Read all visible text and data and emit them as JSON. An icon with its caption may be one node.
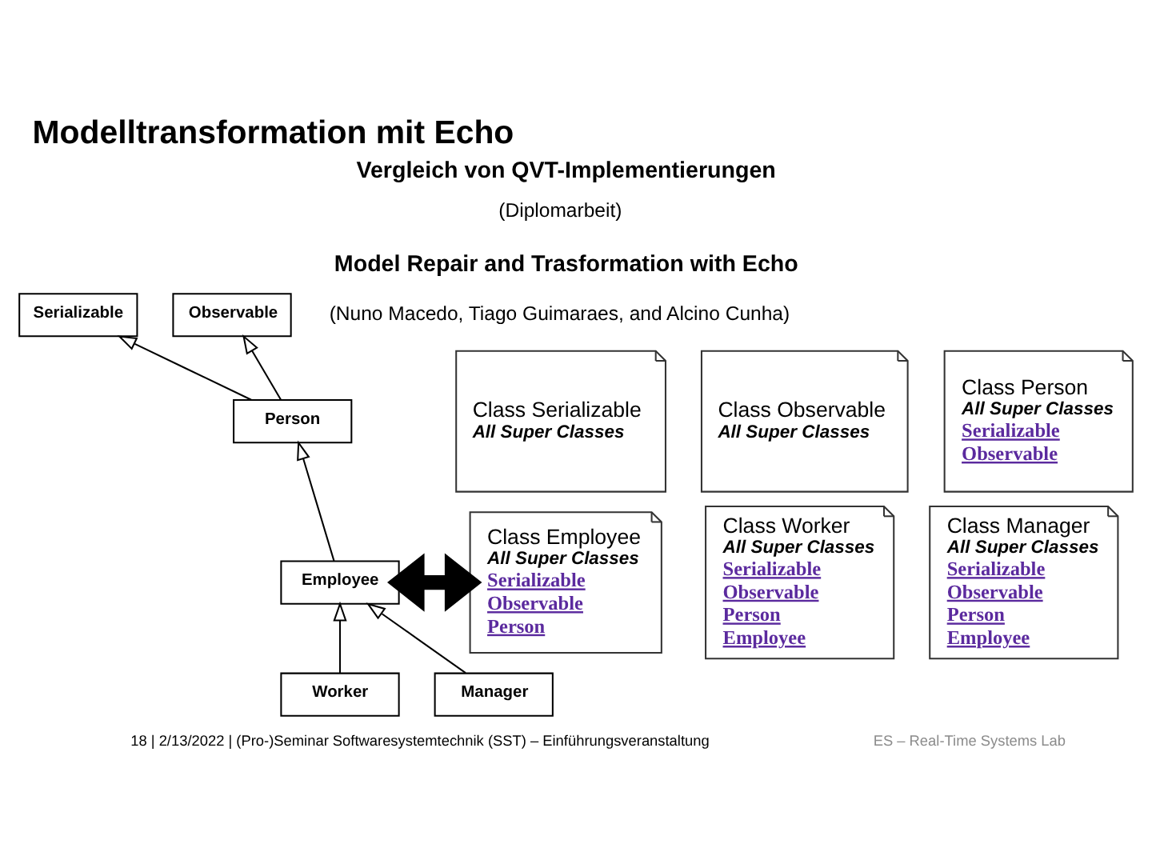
{
  "diagram": {
    "title": "Modelltransformation mit Echo",
    "nodes": [
      {
        "text": [
          "Serializable"
        ]
      },
      {
        "text": [
          "Observable"
        ]
      },
      {
        "text": [
          "Person"
        ]
      },
      {
        "text": [
          "Employee"
        ]
      },
      {
        "text": [
          "Worker"
        ]
      },
      {
        "text": [
          "Manager"
        ]
      },
      {
        "text": [
          "Class Serializable",
          "All Super Classes"
        ]
      },
      {
        "text": [
          "Class Observable",
          "All Super Classes"
        ]
      },
      {
        "text": [
          "Class Person",
          "All Super Classes",
          "Serializable",
          "Observable"
        ]
      },
      {
        "text": [
          "Class Employee",
          "All Super Classes",
          "Serializable",
          "Observable",
          "Person"
        ]
      },
      {
        "text": [
          "Class Worker",
          "All Super Classes",
          "Serializable",
          "Observable",
          "Person",
          "Employee"
        ]
      },
      {
        "text": [
          "Class Manager",
          "All Super Classes",
          "Serializable",
          "Observable",
          "Person",
          "Employee"
        ]
      }
    ],
    "edges": [
      {
        "from": 2,
        "to": 0,
        "arrow": "to"
      },
      {
        "from": 2,
        "to": 1,
        "arrow": "to"
      },
      {
        "from": 3,
        "to": 2,
        "arrow": "to"
      },
      {
        "from": 4,
        "to": 3,
        "arrow": "to"
      },
      {
        "from": 5,
        "to": 3,
        "arrow": "to"
      },
      {
        "from": 3,
        "to": 9,
        "arrow": "both",
        "style": "thick"
      }
    ],
    "labels": [
      "Vergleich von QVT-Implementierungen",
      "(Diplomarbeit)",
      "Model Repair and Trasformation with Echo",
      "(Nuno Macedo, Tiago Guimaraes, and Alcino Cunha)",
      "18 | 2/13/2022 | (Pro-)Seminar Softwaresystemtechnik (SST) – Einführungsveranstaltung",
      "ES – Real-Time Systems Lab"
    ]
  }
}
